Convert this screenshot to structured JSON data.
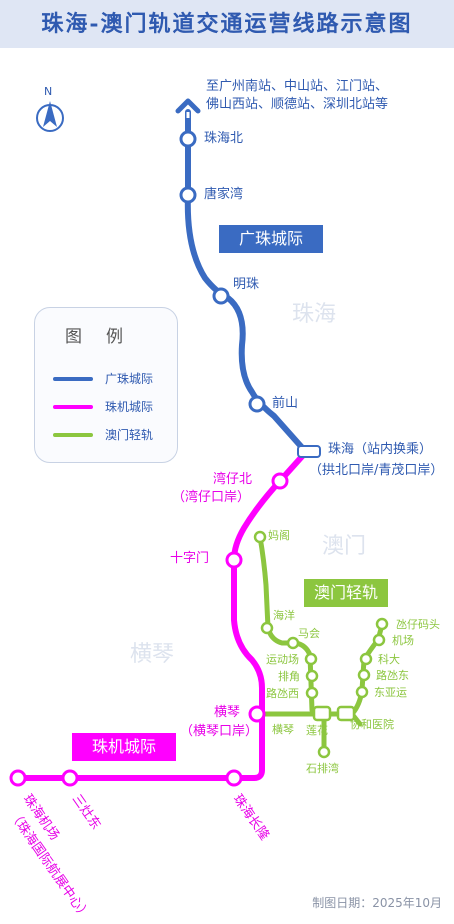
{
  "title": "珠海-澳门轨道交通运营线路示意图",
  "compass": {
    "letter": "N"
  },
  "destination_note": [
    "至广州南站、中山站、江门站、",
    "佛山西站、顺德站、深圳北站等"
  ],
  "lines": {
    "guangzhu": {
      "name": "广珠城际",
      "color": "#3a6bc2"
    },
    "zhuji": {
      "name": "珠机城际",
      "color": "#ff00ff"
    },
    "macau_lrt": {
      "name": "澳门轻轨",
      "color": "#8cc63f"
    }
  },
  "legend": {
    "title": "图例",
    "items": [
      {
        "label": "广珠城际",
        "color": "#3a6bc2"
      },
      {
        "label": "珠机城际",
        "color": "#ff00ff"
      },
      {
        "label": "澳门轻轨",
        "color": "#8cc63f"
      }
    ]
  },
  "regions": {
    "zhuhai": "珠海",
    "macau": "澳门",
    "hengqin": "横琴"
  },
  "stations_guangzhu": [
    "珠海北",
    "唐家湾",
    "明珠",
    "前山"
  ],
  "interchange_zhuhai": {
    "name": "珠海（站内换乘）",
    "sub": "（拱北口岸/青茂口岸）"
  },
  "stations_zhuji": {
    "wanzaibei": {
      "name": "湾仔北",
      "sub": "（湾仔口岸）"
    },
    "shizimen": "十字门",
    "hengqin": {
      "name": "横琴",
      "sub": "（横琴口岸）"
    },
    "changlong": "珠海长隆",
    "sanzaodong": "三灶东",
    "airport": {
      "name": "珠海机场",
      "sub": "（珠海国际航展中心）"
    }
  },
  "stations_macau_lrt": [
    "妈阁",
    "海洋",
    "马会",
    "运动场",
    "排角",
    "路氹西",
    "横琴",
    "莲花",
    "石排湾",
    "协和医院",
    "东亚运",
    "路氹东",
    "科大",
    "机场",
    "氹仔码头"
  ],
  "footer": "制图日期：2025年10月"
}
